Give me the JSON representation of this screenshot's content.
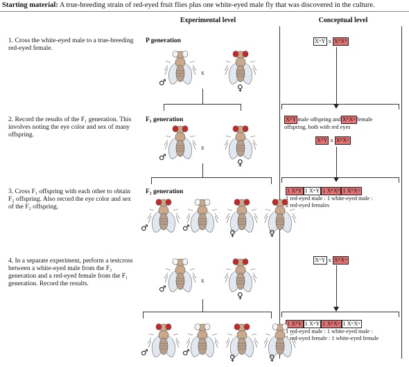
{
  "header": {
    "label": "Starting material:",
    "text": "A true-breeding strain of red-eyed fruit flies plus one white-eyed male fly that was discovered in the culture."
  },
  "columns": {
    "experimental": "Experimental level",
    "conceptual": "Conceptual level"
  },
  "steps": [
    {
      "num": "1.",
      "text": "Cross the white-eyed male to a true-breeding red-eyed female."
    },
    {
      "num": "2.",
      "text": "Record the results of the F₁ generation. This involves noting the eye color and sex of many offspring."
    },
    {
      "num": "3.",
      "text": "Cross F₁ offspring with each other to obtain F₂ offspring. Also record the eye color and sex of the F₂ offspring."
    },
    {
      "num": "4.",
      "text": "In a separate experiment, perform a testcross between a white-eyed male from the F₂ generation and a red-eyed female from the F₁ generation. Record the results."
    }
  ],
  "generations": {
    "p": "P generation",
    "f1": "F₁ generation",
    "f2": "F₂ generation"
  },
  "symbols": {
    "male": "♂",
    "female": "♀",
    "cross": "x"
  },
  "conceptual": {
    "c1": {
      "a": "XʷY",
      "b": "XᴿXᴿ"
    },
    "c2": {
      "a": "XᴿY",
      "t1": "male offspring and",
      "b": "XᴿXʷ",
      "t2": "female",
      "t3": "offspring, both with red eyes",
      "cross_a": "XᴿY",
      "cross_b": "XᴿXʷ"
    },
    "c3": {
      "boxes": [
        "1 XᴿY",
        "1 XʷY",
        "1 XᴿXᴿ",
        "1 XᴿXʷ"
      ],
      "line1": "1 red-eyed male : 1 white-eyed male :",
      "line2": "2 red-eyed females"
    },
    "c4": {
      "a": "XʷY",
      "b": "XᴿXʷ"
    },
    "c5": {
      "boxes": [
        "1 XᴿY",
        "1 XʷY",
        "1 XᴿXʷ",
        "1 XʷXʷ"
      ],
      "line1": "1 red-eyed male : 1 white-eyed male :",
      "line2": "1 red-eyed female : 1 white-eyed female"
    }
  },
  "colors": {
    "red_eye": "#c62828",
    "box_red": "#e57373",
    "white_eye": "#f4f4f4",
    "body": "#c9a98a"
  }
}
